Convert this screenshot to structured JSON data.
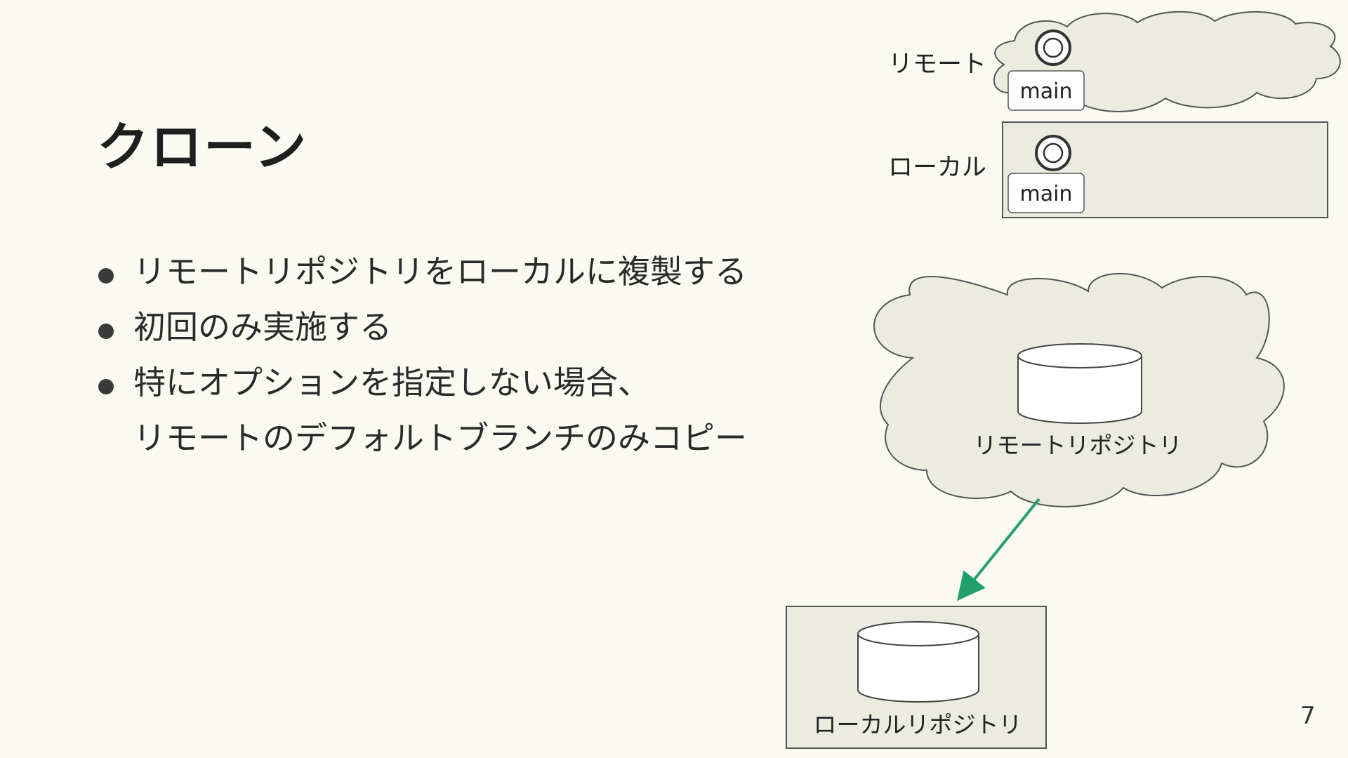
{
  "slide": {
    "title": "クローン",
    "bullets": [
      {
        "line1": "リモートリポジトリをローカルに複製する",
        "line2": ""
      },
      {
        "line1": "初回のみ実施する",
        "line2": ""
      },
      {
        "line1": "特にオプションを指定しない場合、",
        "line2": "リモートのデフォルトブランチのみコピー"
      }
    ],
    "page_number": "7"
  },
  "branch_legend": {
    "remote_label": "リモート",
    "local_label": "ローカル",
    "remote_branch": "main",
    "local_branch": "main"
  },
  "flow_diagram": {
    "remote_repo_label": "リモートリポジトリ",
    "local_repo_label": "ローカルリポジトリ",
    "arrow_color": "#22a06b"
  },
  "colors": {
    "background": "#fafaf2",
    "shape_fill": "#ecebdf",
    "shape_stroke": "#555555"
  }
}
